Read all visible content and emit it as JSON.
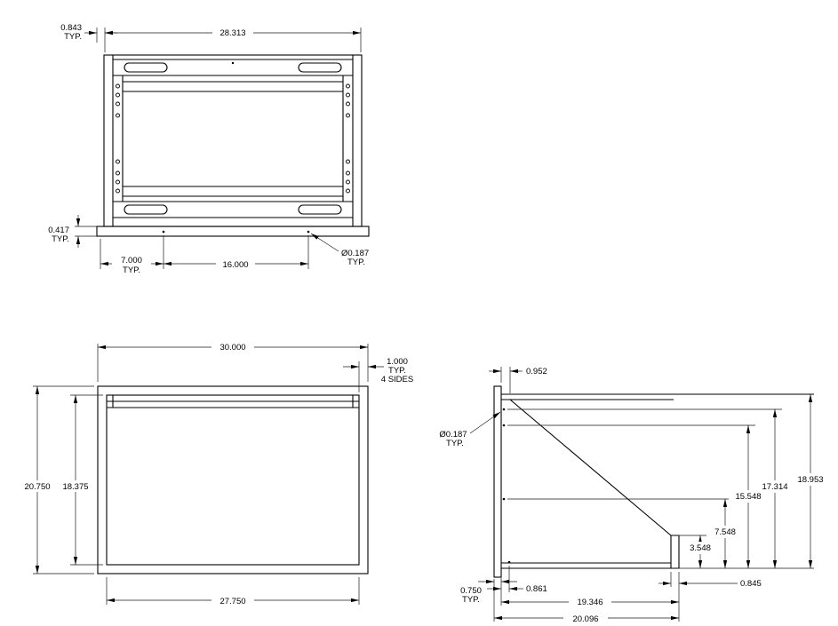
{
  "drawing": {
    "background": "#ffffff",
    "line_color": "#000000",
    "front_view": {
      "width": "28.313",
      "overhang": "0.843",
      "overhang_typ": "TYP.",
      "base_thickness": "0.417",
      "base_thickness_typ": "TYP.",
      "hole_offset": "7.000",
      "hole_offset_typ": "TYP.",
      "hole_spacing": "16.000",
      "hole_dia": "Ø0.187",
      "hole_dia_typ": "TYP."
    },
    "plan_view": {
      "overall_width": "30.000",
      "wall_thickness": "1.000",
      "wall_typ": "TYP.",
      "wall_sides": "4 SIDES",
      "overall_depth": "20.750",
      "inner_depth": "18.375",
      "inner_width": "27.750"
    },
    "side_view": {
      "top_inset": "0.952",
      "hole_dia": "Ø0.187",
      "hole_dia_typ": "TYP.",
      "height_overall": "18.953",
      "height_upper": "17.314",
      "height_mid": "15.548",
      "height_lower": "7.548",
      "height_flange": "3.548",
      "flange_width": "0.845",
      "hole_offset": "0.861",
      "depth_panel": "19.346",
      "depth_overall": "20.096",
      "panel_thickness": "0.750",
      "panel_thickness_typ": "TYP."
    }
  }
}
